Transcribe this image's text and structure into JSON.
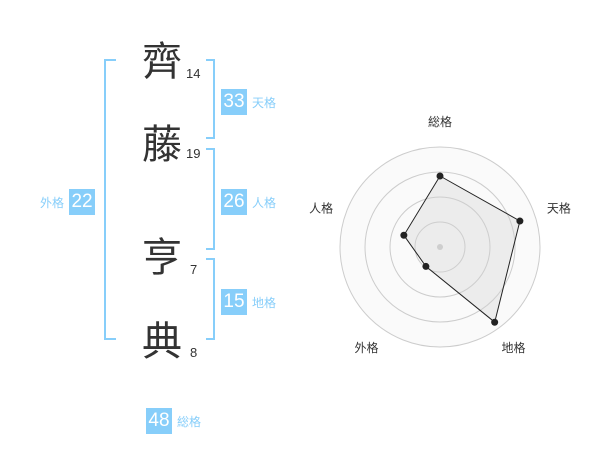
{
  "name": {
    "chars": [
      {
        "char": "齊",
        "strokes": "14"
      },
      {
        "char": "藤",
        "strokes": "19"
      },
      {
        "char": "亨",
        "strokes": "7"
      },
      {
        "char": "典",
        "strokes": "8"
      }
    ]
  },
  "fortunes": {
    "tenkaku": {
      "value": "33",
      "label": "天格"
    },
    "jinkaku": {
      "value": "26",
      "label": "人格"
    },
    "chikaku": {
      "value": "15",
      "label": "地格"
    },
    "gaikaku": {
      "value": "22",
      "label": "外格"
    },
    "soukaku": {
      "value": "48",
      "label": "総格"
    }
  },
  "colors": {
    "accent": "#87cefa",
    "text": "#333333",
    "grid": "#cccccc"
  },
  "chart_data": {
    "type": "radar",
    "axes": [
      "総格",
      "天格",
      "地格",
      "外格",
      "人格"
    ],
    "values": [
      0.71,
      0.84,
      0.93,
      0.24,
      0.38
    ],
    "range": [
      0,
      1
    ],
    "rings": 4
  }
}
